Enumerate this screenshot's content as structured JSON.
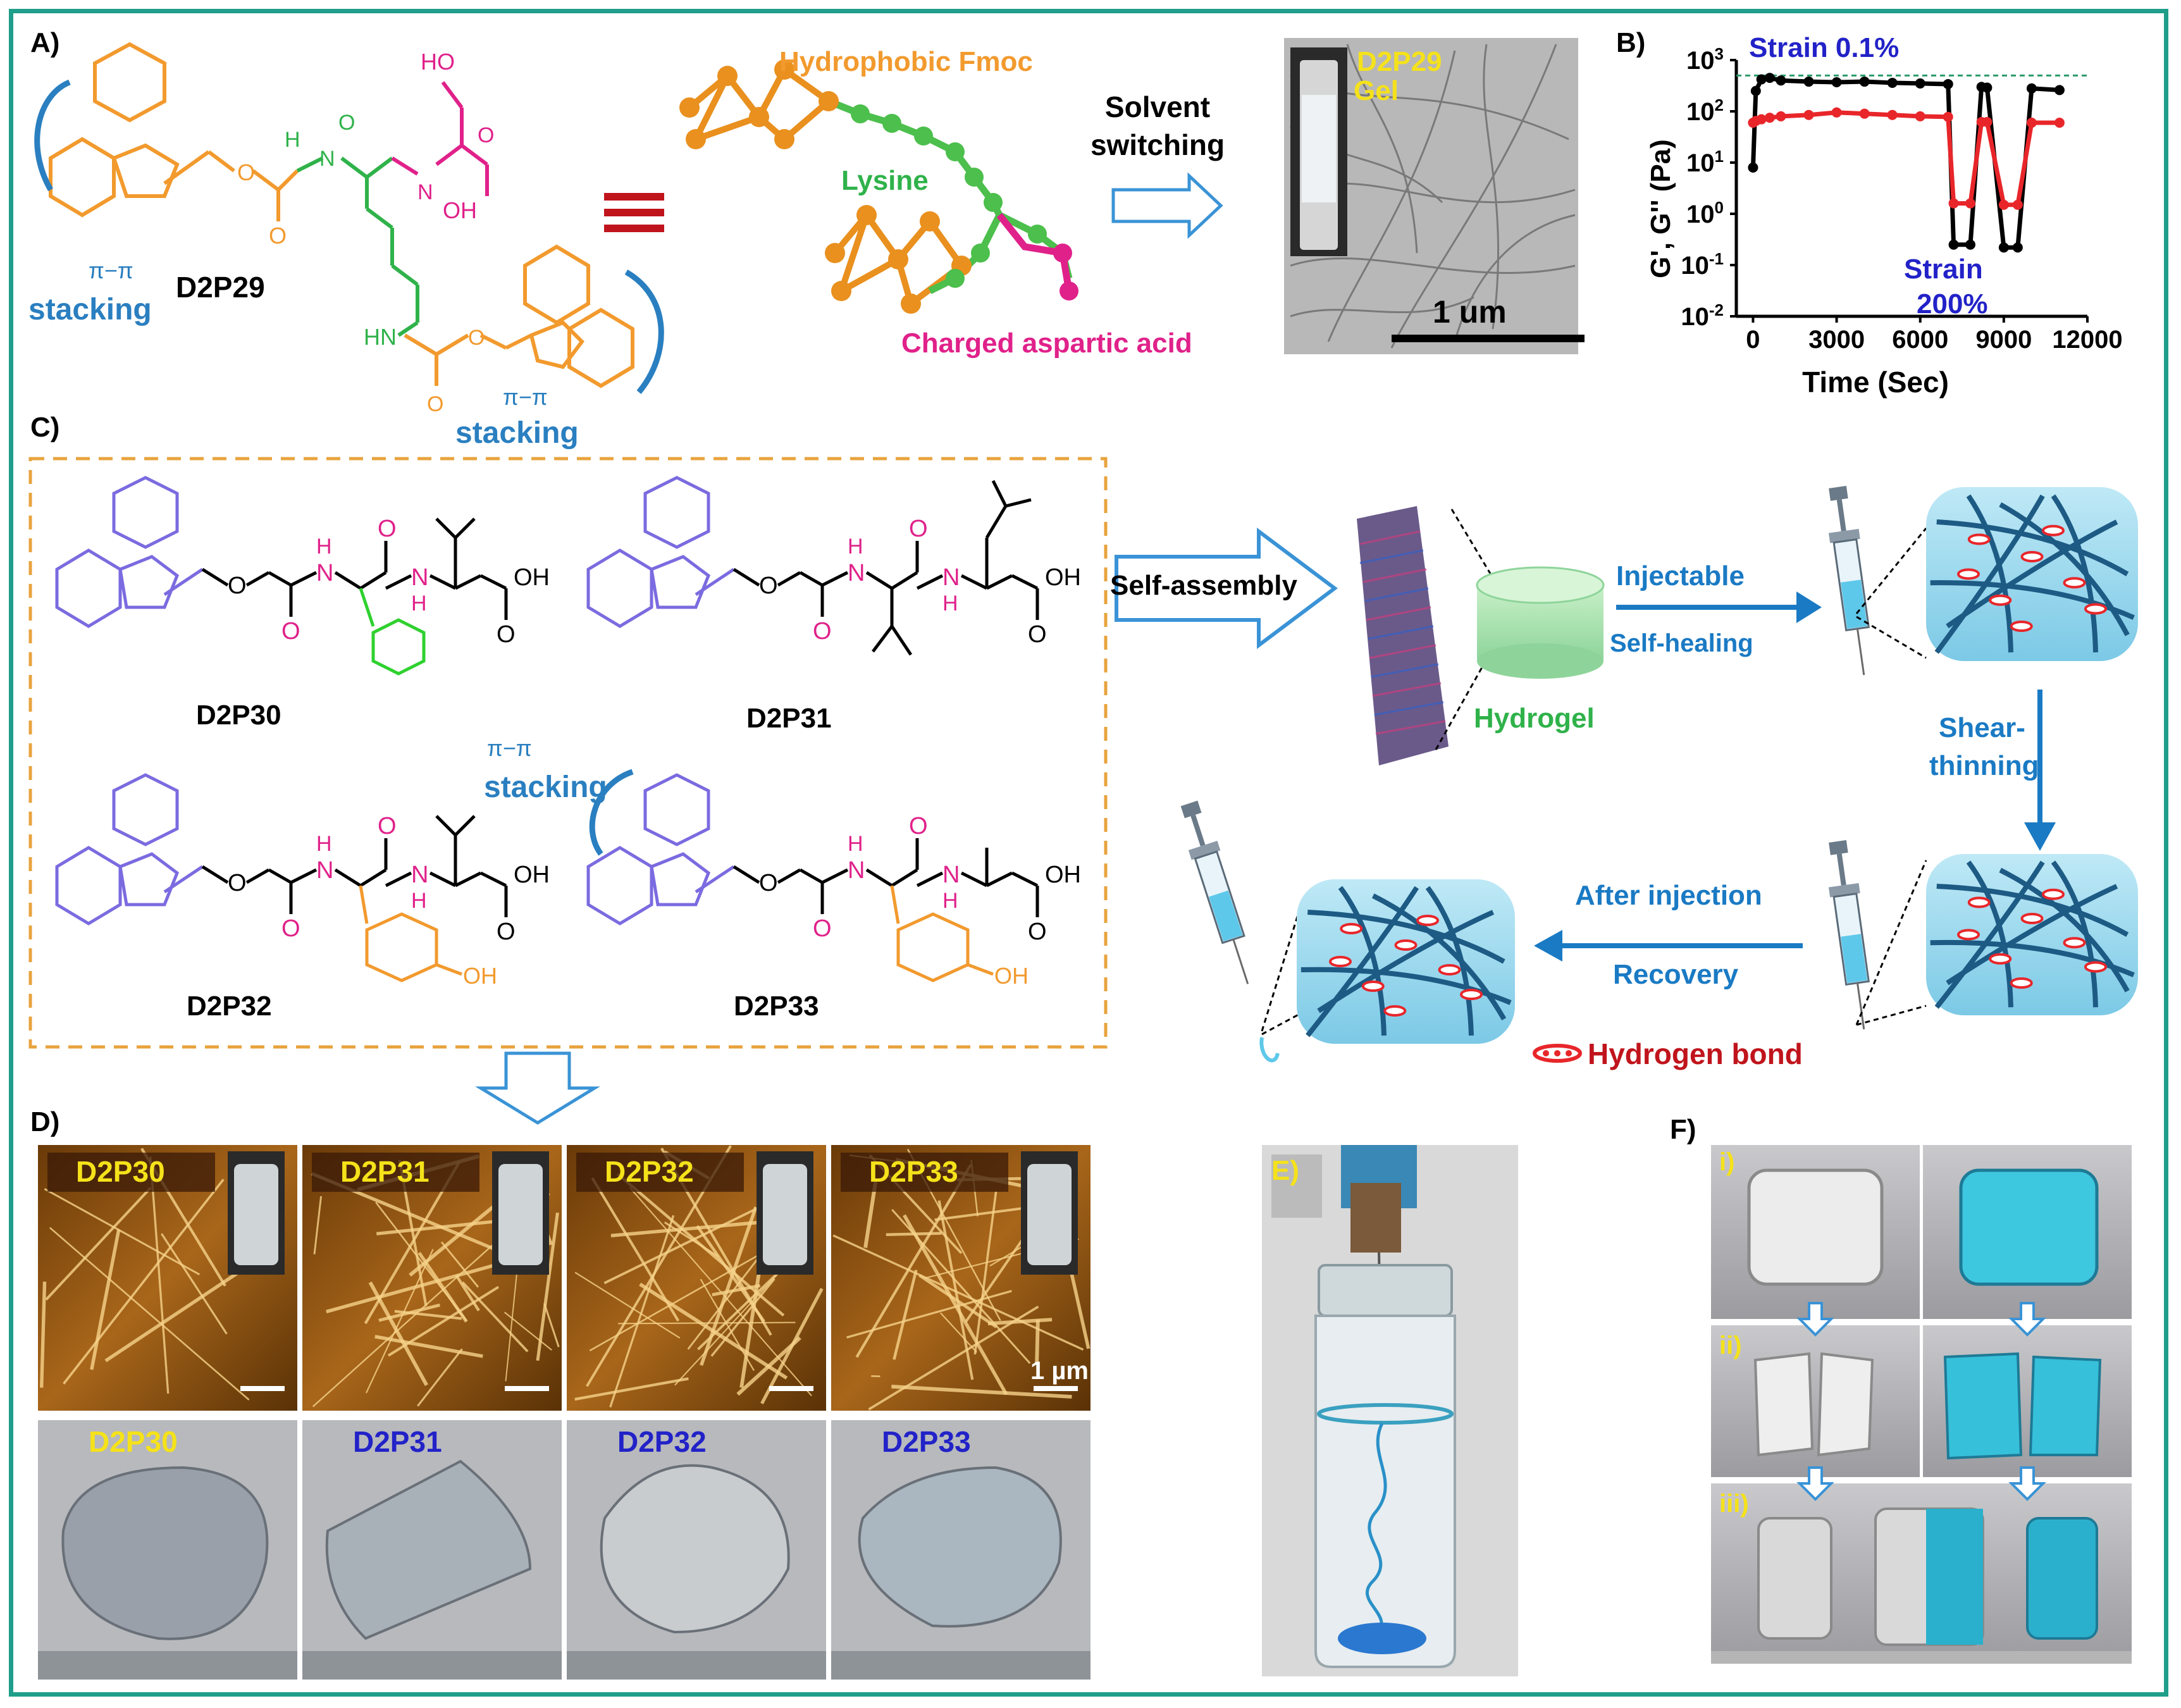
{
  "panel_labels": {
    "a": "A)",
    "b": "B)",
    "c": "C)",
    "d": "D)",
    "e": "E)",
    "f": "F)"
  },
  "panel_a": {
    "compound": "D2P29",
    "pi_pi": "π−π",
    "stacking": "stacking",
    "atoms": {
      "ho": "HO",
      "oh": "OH",
      "o": "O",
      "h": "H",
      "n": "N",
      "hn": "HN"
    },
    "model_labels": {
      "fmoc": "Hydrophobic Fmoc",
      "lysine": "Lysine",
      "asp": "Charged aspartic acid"
    },
    "solvent_switching_1": "Solvent",
    "solvent_switching_2": "switching",
    "tem_gel_label": "Gel",
    "tem_compound": "D2P29",
    "scale_bar": "1 um"
  },
  "chart_data": {
    "type": "line",
    "title": "",
    "xlabel": "Time (Sec)",
    "ylabel": "G', G'' (Pa)",
    "x_ticks": [
      "0",
      "3000",
      "6000",
      "9000",
      "12000"
    ],
    "y_ticks": [
      "10-2",
      "10-1",
      "100",
      "101",
      "102",
      "103"
    ],
    "xlim": [
      -600,
      12000
    ],
    "ylim_log10": [
      -2,
      3
    ],
    "yscale": "log",
    "annotations": [
      "Strain 0.1%",
      "Strain 200%"
    ],
    "series": [
      {
        "name": "G'",
        "color": "#000000",
        "x": [
          0,
          100,
          300,
          600,
          1000,
          2000,
          3000,
          4000,
          5000,
          6000,
          7000,
          7200,
          7800,
          8200,
          8400,
          9000,
          9500,
          10000,
          11000
        ],
        "y": [
          8,
          250,
          420,
          450,
          400,
          380,
          370,
          380,
          360,
          350,
          340,
          0.25,
          0.25,
          300,
          290,
          0.22,
          0.22,
          280,
          260
        ]
      },
      {
        "name": "G''",
        "color": "#e8262a",
        "x": [
          0,
          100,
          300,
          600,
          1000,
          2000,
          3000,
          4000,
          5000,
          6000,
          7000,
          7200,
          7800,
          8200,
          8400,
          9000,
          9500,
          10000,
          11000
        ],
        "y": [
          60,
          65,
          70,
          75,
          80,
          85,
          95,
          90,
          85,
          80,
          78,
          1.6,
          1.6,
          62,
          62,
          1.5,
          1.5,
          60,
          60
        ]
      }
    ]
  },
  "panel_c": {
    "compounds": [
      "D2P30",
      "D2P31",
      "D2P32",
      "D2P33"
    ],
    "pi_pi": "π−π",
    "stacking": "stacking",
    "atoms": {
      "oh": "OH",
      "o": "O",
      "h": "H",
      "n": "N"
    },
    "self_assembly": "Self-assembly",
    "hydrogel": "Hydrogel",
    "injectable": "Injectable",
    "self_healing": "Self-healing",
    "shear_1": "Shear-",
    "shear_2": "thinning",
    "after_injection": "After injection",
    "recovery": "Recovery",
    "hbond": "Hydrogen bond"
  },
  "panel_d": {
    "afm_labels": [
      "D2P30",
      "D2P31",
      "D2P32",
      "D2P33"
    ],
    "scale_bar": "1 µm",
    "photo_labels": [
      "D2P30",
      "D2P31",
      "D2P32",
      "D2P33"
    ]
  },
  "panel_f": {
    "sub_labels": [
      "i)",
      "ii)",
      "iii)"
    ]
  },
  "colors": {
    "frame": "#1f9e8a",
    "fmoc_orange": "#f29a2e",
    "lysine_green": "#2fb24a",
    "asp_pink": "#e0218a",
    "stacking_blue": "#2a7fc0",
    "fluorenyl_purple": "#7b6be0",
    "arrow_blue": "#1a7ac4",
    "dashed_box": "#e8a33d"
  }
}
